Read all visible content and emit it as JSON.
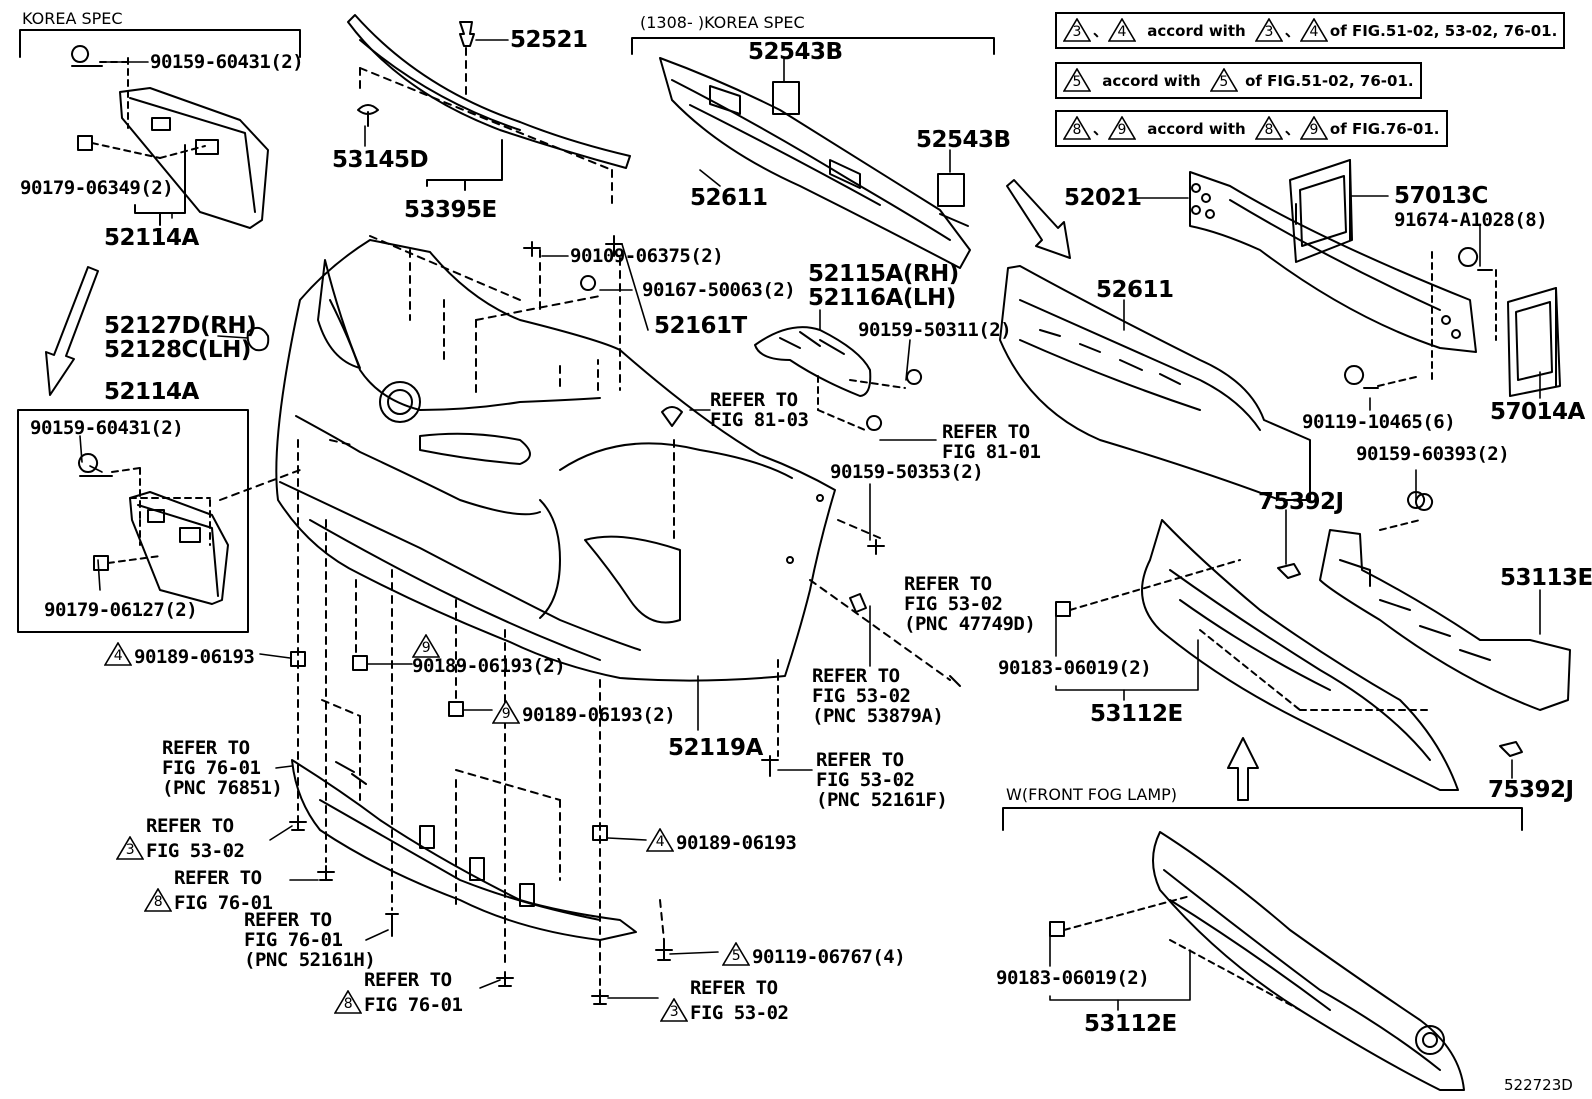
{
  "diagram_id": "522723D",
  "headers": {
    "korea_spec_left": "KOREA SPEC",
    "korea_spec_top": "(1308-      )KOREA SPEC",
    "fog_lamp": "W(FRONT FOG LAMP)"
  },
  "notes": [
    {
      "a": "3",
      "b": "4",
      "text": "accord with",
      "c": "3",
      "d": "4",
      "ref": "of FIG.51-02, 53-02, 76-01."
    },
    {
      "a": "5",
      "text": "accord with",
      "c": "5",
      "ref": "of FIG.51-02, 76-01."
    },
    {
      "a": "8",
      "b": "9",
      "text": "accord with",
      "c": "8",
      "d": "9",
      "ref": "of FIG.76-01."
    }
  ],
  "labels": {
    "p1": "90159-60431(2)",
    "p2": "90179-06349(2)",
    "p3": "52114A",
    "p4": "52127D(RH)",
    "p5": "52128C(LH)",
    "p6": "52114A",
    "p7": "90159-60431(2)",
    "p8": "90179-06127(2)",
    "p9": "52521",
    "p10": "53145D",
    "p11": "53395E",
    "p12": "52543B",
    "p13": "52543B",
    "p14": "52611",
    "p15": "90109-06375(2)",
    "p16": "90167-50063(2)",
    "p17": "52161T",
    "p18": "52115A(RH)",
    "p19": "52116A(LH)",
    "p20": "90159-50311(2)",
    "p21a": "REFER TO",
    "p21b": "FIG 81-03",
    "p22a": "REFER TO",
    "p22b": "FIG 81-01",
    "p23": "90159-50353(2)",
    "p24a": "REFER TO",
    "p24b": "FIG 53-02",
    "p24c": "(PNC 47749D)",
    "p25a": "REFER TO",
    "p25b": "FIG 53-02",
    "p25c": "(PNC 53879A)",
    "p26": "52119A",
    "p27a": "REFER TO",
    "p27b": "FIG 53-02",
    "p27c": "(PNC 52161F)",
    "p28": "90189-06193",
    "p28t": "4",
    "p29": "90189-06193(2)",
    "p29t": "9",
    "p30": "90189-06193(2)",
    "p30t": "9",
    "p31a": "REFER TO",
    "p31b": "FIG 76-01",
    "p31c": "(PNC 76851)",
    "p32a": "REFER TO",
    "p32b": "FIG 53-02",
    "p32t": "3",
    "p33a": "REFER TO",
    "p33b": "FIG 76-01",
    "p33t": "8",
    "p34a": "REFER TO",
    "p34b": "FIG 76-01",
    "p34c": "(PNC 52161H)",
    "p35a": "REFER TO",
    "p35b": "FIG 76-01",
    "p35t": "8",
    "p36": "90189-06193",
    "p36t": "4",
    "p37": "90119-06767(4)",
    "p37t": "5",
    "p38a": "REFER TO",
    "p38b": "FIG 53-02",
    "p38t": "3",
    "p39": "52021",
    "p40": "57013C",
    "p41": "91674-A1028(8)",
    "p42": "52611",
    "p43": "90119-10465(6)",
    "p44": "57014A",
    "p45": "90159-60393(2)",
    "p46": "75392J",
    "p47": "53113E",
    "p48": "90183-06019(2)",
    "p49": "53112E",
    "p50": "75392J",
    "p51": "90183-06019(2)",
    "p52": "53112E"
  }
}
